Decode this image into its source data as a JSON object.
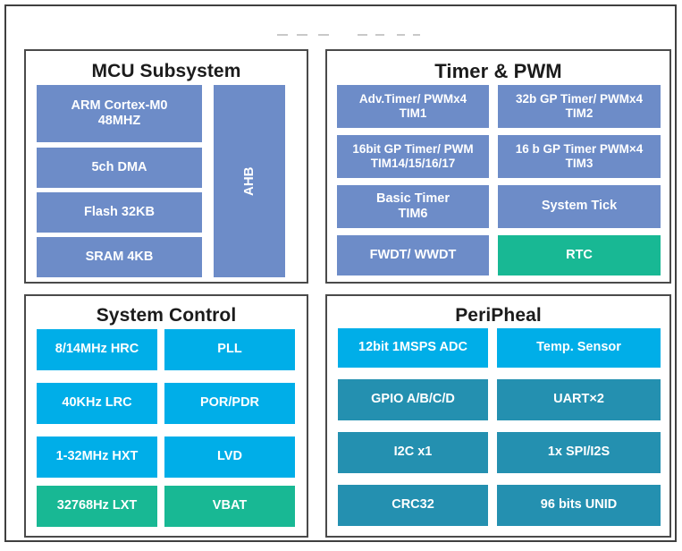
{
  "diagram": {
    "title_visible": false,
    "colors": {
      "periwinkle": "#6d8cc8",
      "cyan": "#00aee8",
      "green": "#18b894",
      "teal": "#2490b0",
      "frame": "#3f3f3f",
      "panel_border": "#4a4a4a",
      "text_light": "#ffffff",
      "text_dark": "#1b1b1b",
      "background": "#ffffff"
    },
    "panels": [
      {
        "id": "mcu",
        "title": "MCU Subsystem",
        "blocks": [
          {
            "label": "ARM Cortex-M0\n48MHZ",
            "color": "periwinkle"
          },
          {
            "label": "5ch DMA",
            "color": "periwinkle"
          },
          {
            "label": "Flash 32KB",
            "color": "periwinkle"
          },
          {
            "label": "SRAM 4KB",
            "color": "periwinkle"
          },
          {
            "label": "AHB",
            "color": "periwinkle",
            "orientation": "vertical"
          }
        ]
      },
      {
        "id": "timer",
        "title": "Timer & PWM",
        "blocks": [
          {
            "label": "Adv.Timer/ PWMx4\nTIM1",
            "color": "periwinkle"
          },
          {
            "label": "32b GP Timer/ PWMx4\nTIM2",
            "color": "periwinkle"
          },
          {
            "label": "16bit GP Timer/ PWM\nTIM14/15/16/17",
            "color": "periwinkle"
          },
          {
            "label": "16 b GP Timer PWM×4\nTIM3",
            "color": "periwinkle"
          },
          {
            "label": "Basic Timer\nTIM6",
            "color": "periwinkle"
          },
          {
            "label": "System Tick",
            "color": "periwinkle"
          },
          {
            "label": "FWDT/ WWDT",
            "color": "periwinkle"
          },
          {
            "label": "RTC",
            "color": "green"
          }
        ]
      },
      {
        "id": "sys",
        "title": "System Control",
        "blocks": [
          {
            "label": "8/14MHz HRC",
            "color": "cyan"
          },
          {
            "label": "PLL",
            "color": "cyan"
          },
          {
            "label": "40KHz LRC",
            "color": "cyan"
          },
          {
            "label": "POR/PDR",
            "color": "cyan"
          },
          {
            "label": "1-32MHz HXT",
            "color": "cyan"
          },
          {
            "label": "LVD",
            "color": "cyan"
          },
          {
            "label": "32768Hz LXT",
            "color": "green"
          },
          {
            "label": "VBAT",
            "color": "green"
          }
        ]
      },
      {
        "id": "peri",
        "title": "PeriPheal",
        "blocks": [
          {
            "label": "12bit 1MSPS ADC",
            "color": "cyan"
          },
          {
            "label": "Temp. Sensor",
            "color": "cyan"
          },
          {
            "label": "GPIO A/B/C/D",
            "color": "teal"
          },
          {
            "label": "UART×2",
            "color": "teal"
          },
          {
            "label": "I2C x1",
            "color": "teal"
          },
          {
            "label": "1x SPI/I2S",
            "color": "teal"
          },
          {
            "label": "CRC32",
            "color": "teal"
          },
          {
            "label": "96 bits UNID",
            "color": "teal"
          }
        ]
      }
    ]
  }
}
